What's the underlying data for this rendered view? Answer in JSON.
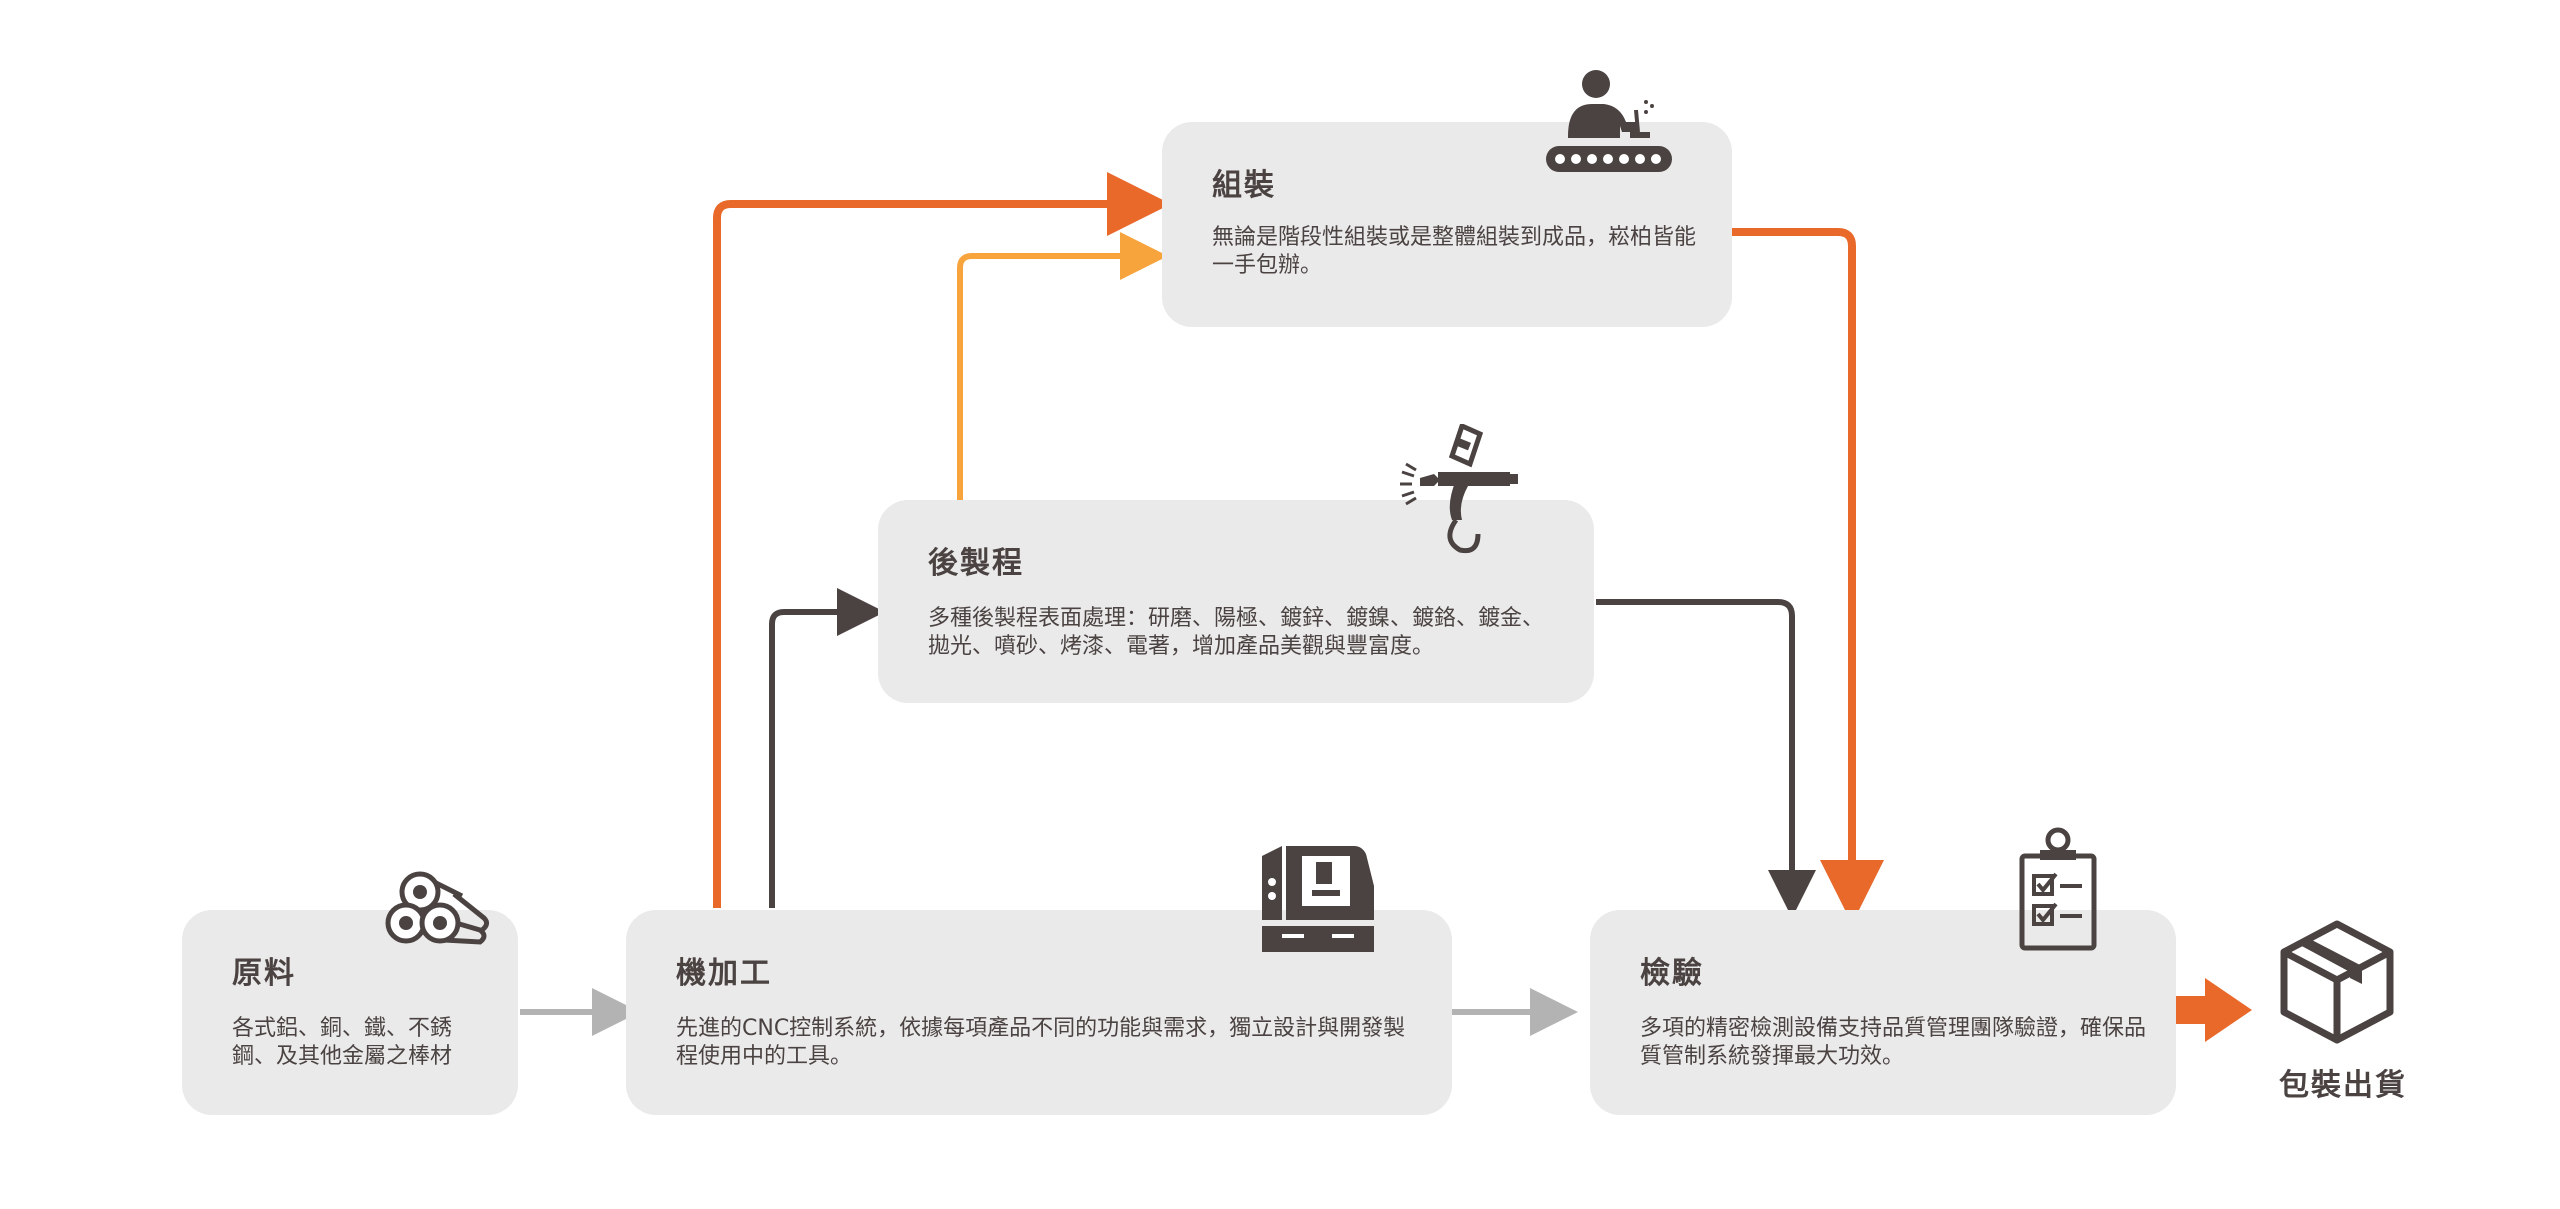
{
  "colors": {
    "box_bg": "#ebeaea",
    "dark": "#4a4341",
    "orange": "#e8692a",
    "light_orange": "#f7a43c",
    "gray": "#b3b3b3"
  },
  "steps": {
    "raw": {
      "title": "原料",
      "desc": "各式鋁、銅、鐵、不銹鋼、及其他金屬之棒材",
      "icon": "pipe-rods-icon"
    },
    "machining": {
      "title": "機加工",
      "desc": "先進的CNC控制系統，依據每項產品不同的功能與需求，獨立設計與開發製程使用中的工具。",
      "icon": "cnc-machine-icon"
    },
    "post": {
      "title": "後製程",
      "desc": "多種後製程表面處理：研磨、陽極、鍍鋅、鍍鎳、鍍鉻、鍍金、拋光、噴砂、烤漆、電著，增加產品美觀與豐富度。",
      "icon": "spray-gun-icon"
    },
    "assembly": {
      "title": "組裝",
      "desc": "無論是階段性組裝或是整體組裝到成品，崧柏皆能一手包辦。",
      "icon": "assembly-worker-icon"
    },
    "inspection": {
      "title": "檢驗",
      "desc": "多項的精密檢測設備支持品質管理團隊驗證，確保品質管制系統發揮最大功效。",
      "icon": "clipboard-checklist-icon"
    },
    "shipping": {
      "label": "包裝出貨",
      "icon": "package-box-icon"
    }
  }
}
